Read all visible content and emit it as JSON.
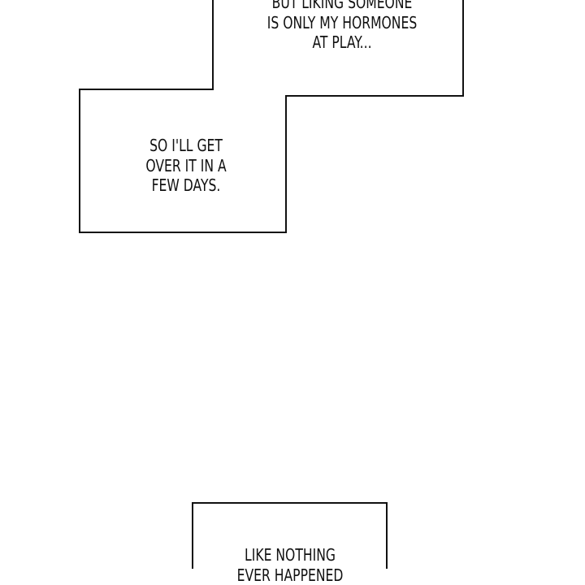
{
  "panels": [
    {
      "lines": [
        "BUT LIKING SOMEONE",
        "IS ONLY MY HORMONES",
        "AT PLAY..."
      ]
    },
    {
      "lines": [
        "SO I'LL GET",
        "OVER IT IN A",
        "FEW DAYS."
      ]
    },
    {
      "lines": [
        "LIKE NOTHING",
        "EVER HAPPENED"
      ]
    }
  ],
  "colors": {
    "border": "#111111",
    "background": "#ffffff"
  }
}
